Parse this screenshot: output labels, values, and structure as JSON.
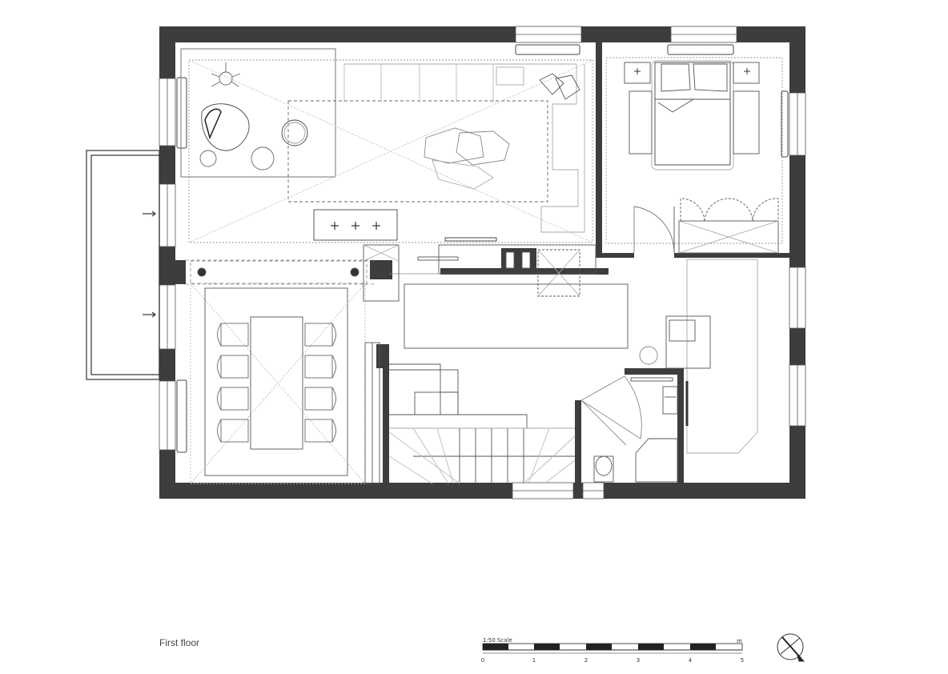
{
  "drawing": {
    "caption": "First floor",
    "scale_title": "1:50 Scale",
    "scale_unit": "m",
    "scale_ticks": [
      "0",
      "1",
      "2",
      "3",
      "4",
      "5"
    ],
    "icons": [
      "north-arrow-icon"
    ],
    "colors": {
      "wall": "#3d3d3d",
      "line": "#555555",
      "light": "#bbbbbb"
    }
  }
}
